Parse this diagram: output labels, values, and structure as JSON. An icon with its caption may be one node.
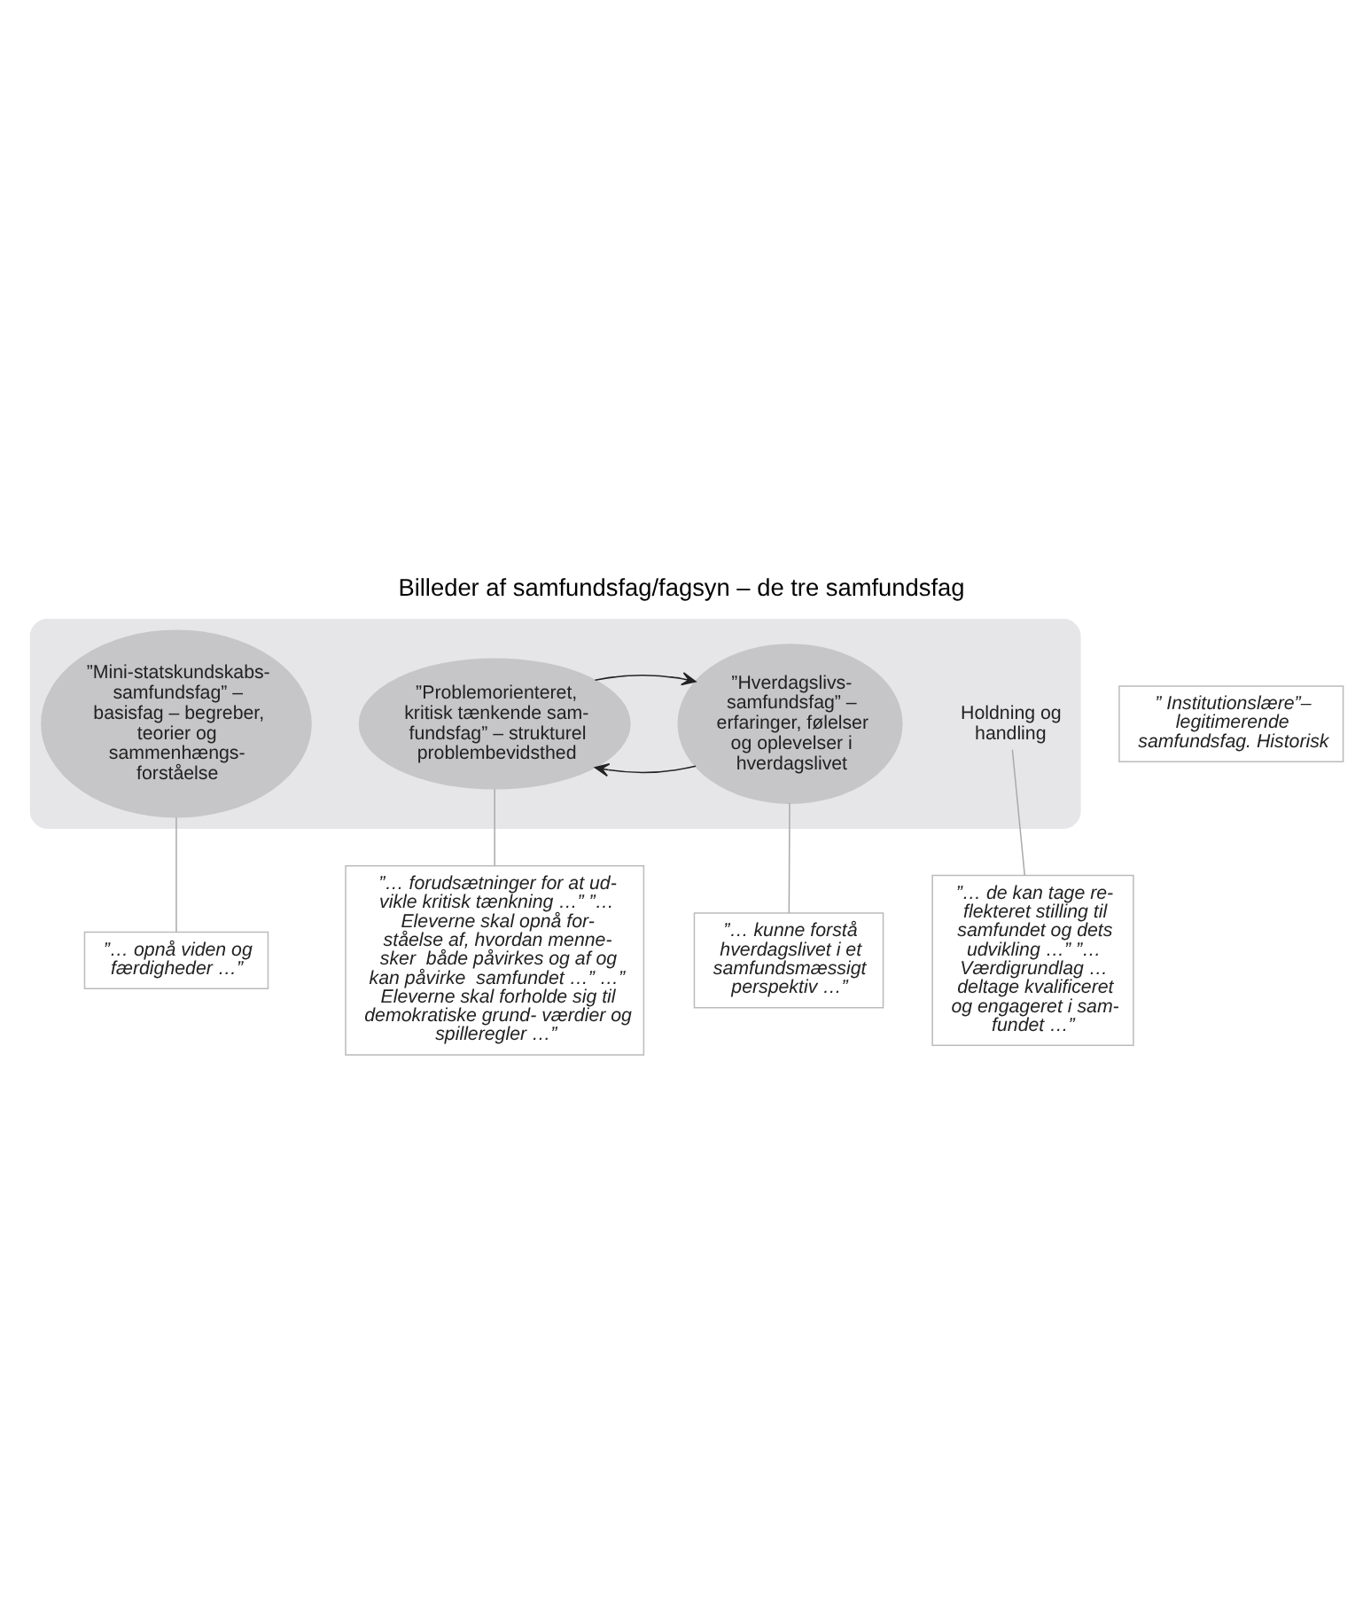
{
  "diagram": {
    "title": "Billeder af samfundsfag/fagsyn – de tre samfundsfag",
    "nodes": [
      {
        "text": [],
        "shape": "ellipse"
      },
      {
        "text": [
          "” Institutionslære”– legitimerende samfundsfag. Historisk"
        ]
      },
      {
        "text": [
          "”Mini-statskundskabs- samfundsfag” – basisfag – begreber, teorier og sammenhængs- forståelse"
        ],
        "in": 0
      },
      {
        "text": [
          "”… opnå viden og færdigheder …”"
        ]
      },
      {
        "text": [
          "”Hverdagslivs- samfundsfag” – erfaringer, følelser og oplevelser i hverdagslivet"
        ],
        "in": 0
      },
      {
        "text": [
          "”Problemorienteret, kritisk tænkende sam- fundsfag” – strukturel problembevidsthed"
        ],
        "in": 0
      },
      {
        "text": [
          "”… kunne forstå hverdagslivet i et samfundsmæssigt perspektiv …”"
        ]
      },
      {
        "text": [
          "Holdning og handling"
        ],
        "in": 0
      },
      {
        "text": [
          "”… de kan tage re- flekteret stilling til samfundet og dets udvikling …” ”… Værdigrundlag … deltage kvalificeret og engageret i sam- fundet …”"
        ]
      },
      {
        "text": [
          "”… forudsætninger for at ud- vikle kritisk tænkning …” ”… Eleverne skal opnå for- ståelse af, hvordan menne- sker  både påvirkes og af og kan påvirke  samfundet …” …” Eleverne skal forholde sig til demokratiske grund- værdier og spilleregler …”"
        ]
      }
    ],
    "edges": [
      {
        "from": 4,
        "to": 5,
        "arrow": "to",
        "color": "#222222"
      },
      {
        "from": 5,
        "to": 4,
        "arrow": "to",
        "color": "#222222"
      },
      {
        "from": 2,
        "to": 3,
        "arrow": "none"
      },
      {
        "from": 4,
        "to": 6,
        "arrow": "none"
      },
      {
        "from": 5,
        "to": 9,
        "arrow": "none"
      },
      {
        "from": 7,
        "to": 8,
        "arrow": "none"
      }
    ]
  }
}
